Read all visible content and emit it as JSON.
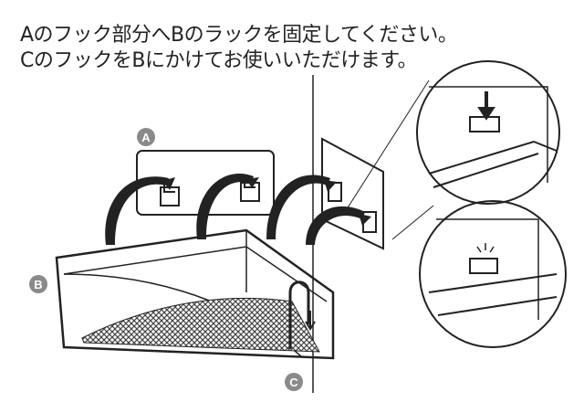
{
  "instructions": {
    "line1": "Aのフック部分へBのラックを固定してください。",
    "line2": "CのフックをBにかけてお使いいただけます。"
  },
  "labels": {
    "a": "A",
    "b": "B",
    "c": "C"
  },
  "colors": {
    "stroke": "#222222",
    "label_bg": "#8a8a8a"
  }
}
